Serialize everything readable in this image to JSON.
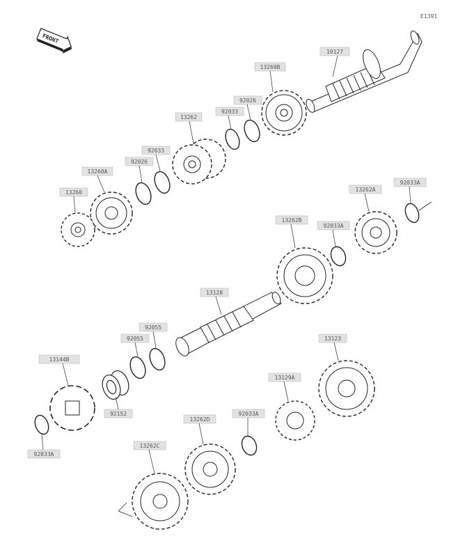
{
  "diagram_code": "E1391",
  "front_label": "FRONT",
  "parts": [
    {
      "id": "p10127",
      "label": "10127"
    },
    {
      "id": "p13260B",
      "label": "13260B"
    },
    {
      "id": "p92026a",
      "label": "92026"
    },
    {
      "id": "p92033a",
      "label": "92033"
    },
    {
      "id": "p13262",
      "label": "13262"
    },
    {
      "id": "p92033b",
      "label": "92033"
    },
    {
      "id": "p92026b",
      "label": "92026"
    },
    {
      "id": "p13260A",
      "label": "13260A"
    },
    {
      "id": "p13260",
      "label": "13260"
    },
    {
      "id": "p13262A",
      "label": "13262A"
    },
    {
      "id": "p92033A_r",
      "label": "92033A"
    },
    {
      "id": "p13262B",
      "label": "13262B"
    },
    {
      "id": "p92033A_m",
      "label": "92033A"
    },
    {
      "id": "p13128",
      "label": "13128"
    },
    {
      "id": "p92055a",
      "label": "92055"
    },
    {
      "id": "p92055b",
      "label": "92055"
    },
    {
      "id": "p13144B",
      "label": "13144B"
    },
    {
      "id": "p92152",
      "label": "92152"
    },
    {
      "id": "p92033A_l",
      "label": "92033A"
    },
    {
      "id": "p13123",
      "label": "13123"
    },
    {
      "id": "p13129A",
      "label": "13129A"
    },
    {
      "id": "p92033A_c",
      "label": "92033A"
    },
    {
      "id": "p13262D",
      "label": "13262D"
    },
    {
      "id": "p13262C",
      "label": "13262C"
    }
  ]
}
